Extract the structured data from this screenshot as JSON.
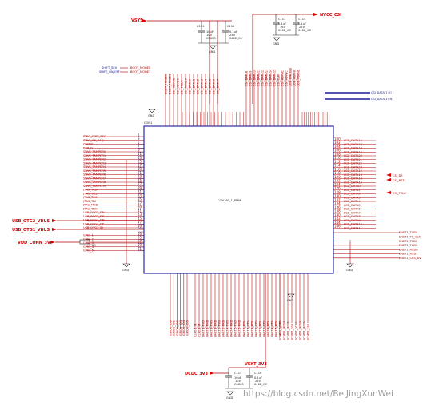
{
  "power_nets": {
    "vsys": "VSYS",
    "nvcc_csi": "NVCC_CSI",
    "usb_otg2_vbus": "USB_OTG2_VBUS",
    "usb_otg1_vbus": "USB_OTG1_VBUS",
    "vdd_conn_3v": "VDD_CONN_3V",
    "dcdc_3v3": "DCDC_3V3",
    "vext_3v3": "VEXT_3V3"
  },
  "ground_label": "GND",
  "connector": {
    "ref": "CON1",
    "value": "CON160_1_8MM"
  },
  "capacitors": [
    {
      "ref": "C111",
      "value": "10uF",
      "rating": "10V",
      "pkg": "C0603"
    },
    {
      "ref": "C112",
      "value": "0.1uF",
      "rating": "25V",
      "pkg": "0402_CC"
    },
    {
      "ref": "C113",
      "value": "0.1uF",
      "rating": "16V",
      "pkg": "0402_CC"
    },
    {
      "ref": "C114",
      "value": "0.1uF",
      "rating": "25V",
      "pkg": "0402_CC"
    },
    {
      "ref": "C115",
      "value": "10uF",
      "rating": "10V",
      "pkg": "C0603"
    },
    {
      "ref": "C116",
      "value": "0.1uF",
      "rating": "25V",
      "pkg": "0402_CC"
    }
  ],
  "shift_labels": [
    "SHIFT_SEX",
    "SHIFT_ON/OFF"
  ],
  "shift_nets": [
    "BOOT_MODE0",
    "BOOT_MODE1"
  ],
  "left_nets": [
    "PMIC_STBY_REQ",
    "PMIC_ON_REQ",
    "ONOFF",
    "POR_B",
    "SNVS_TAMPER0",
    "SNVS_TAMPER1",
    "SNVS_TAMPER2",
    "SNVS_TAMPER3",
    "SNVS_TAMPER4",
    "SNVS_TAMPER5",
    "SNVS_TAMPER6",
    "SNVS_TAMPER7",
    "SNVS_TAMPER8",
    "SNVS_TAMPER9",
    "JTAG_TRST",
    "JTAG_TMS",
    "JTAG_TCK",
    "JTAG_TDI",
    "JTAG_MOD",
    "JTAG_TDO",
    "USB_OTG2_DN",
    "USB_OTG2_DP",
    "USB_OTG1_DN",
    "USB_OTG1_DP",
    "USB_OTG1_ID",
    "R20",
    "GPIO_1",
    "GPIO_2",
    "GPIO_3",
    "GPIO_4",
    "GPIO_5"
  ],
  "r20_value": "0R",
  "right_nets": [
    "LCD_DATA16",
    "LCD_DATA17",
    "LCD_DATA18",
    "LCD_DATA19",
    "LCD_DATA20",
    "LCD_DATA21",
    "LCD_DATA22",
    "LCD_DATA23",
    "LCD_DATA12",
    "LCD_DATA13",
    "LCD_DATA14",
    "LCD_DATA15",
    "LCD_DATA0",
    "LCD_DATA1",
    "LCD_DATA2",
    "LCD_DATA3",
    "LCD_DATA4",
    "LCD_DATA5",
    "LCD_DATA6",
    "LCD_DATA7",
    "LCD_DATA8",
    "LCD_DATA9",
    "LCD_DATA10",
    "LCD_DATA11"
  ],
  "right_ports": [
    "CSI_DE",
    "CSI_RST",
    "CSI_PCLK"
  ],
  "enet_nets": [
    "ENET1_TXEN",
    "ENET1_TX_CLK",
    "ENET1_TXD0",
    "ENET1_TXD1",
    "ENET1_RXD0",
    "ENET1_RXD1",
    "ENET1_CRS_DV"
  ],
  "top_left_nets": [
    "BOOT_MODE0",
    "BOOT_MODE1",
    "CSI_HSYNC",
    "CSI_VSYNC",
    "CSI_MCLK",
    "CSI_PIXCLK",
    "CSI_DATA0",
    "CSI_DATA1",
    "CSI_DATA2",
    "CSI_DATA3",
    "CSI_DATA4",
    "CSI_DATA5",
    "CSI_DATA6",
    "CSI_DATA7"
  ],
  "top_right_nets": [
    "CSI_DATA8",
    "CSI_DATA9",
    "CSI_DATA10",
    "CSI_DATA11",
    "CSI_DATA12",
    "CSI_DATA13",
    "CSI_DATA14",
    "CSI_DATA15",
    "CSI_CLK",
    "CSI_HSYNC",
    "CSI_VSYNC",
    "LCD_ENABLE",
    "LCD_HSYNC",
    "LCD_VSYNC"
  ],
  "csi_data_ports": [
    "CSI_DATA[7:0]",
    "CSI_DATA[15:8]"
  ],
  "bottom_left_nets": [
    "GPIO1_IO0",
    "GPIO1_IO1",
    "GPIO1_IO2",
    "GPIO1_IO3",
    "GPIO1_IO4",
    "GPIO1_IO5"
  ],
  "bottom_mid_nets": [
    "CLKO1_IN",
    "CLKO2_IN",
    "UART1_TXD",
    "UART1_RXD",
    "UART2_TXD",
    "UART2_RXD",
    "UART3_TXD",
    "UART3_RXD",
    "UART4_TXD",
    "UART4_RXD",
    "UART5_TXD",
    "UART5_RXD"
  ],
  "bottom_right_nets": [
    "UART1_RTS",
    "UART1_CTS",
    "UART2_RTS",
    "UART2_CTS",
    "UART3_RTS",
    "UART3_CTS",
    "UART4_RTS",
    "UART4_CTS",
    "UART5_RTS",
    "UART5_CTS"
  ],
  "bottom_far_nets": [
    "ECSPI1_SCLK",
    "ECSPI1_MOSI",
    "ECSPI1_MISO",
    "ECSPI1_SS0",
    "ECSPI2_SCLK",
    "ECSPI2_MOSI",
    "ECSPI2_MISO",
    "ECSPI2_SS0"
  ],
  "watermark": "https://blog.csdn.net/BeiJingXunWei"
}
